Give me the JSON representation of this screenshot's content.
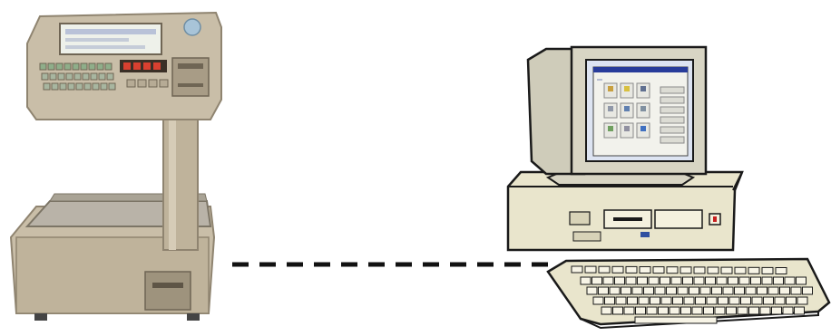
{
  "diagram": {
    "nodes": [
      {
        "id": "scale",
        "kind": "retail-scale-with-label-printer"
      },
      {
        "id": "computer",
        "kind": "desktop-computer"
      }
    ],
    "connection": {
      "from": "scale",
      "to": "computer",
      "style": "dashed"
    }
  },
  "colors": {
    "background": "#ffffff",
    "scale_body": "#c9bea8",
    "scale_dark": "#8f8470",
    "scale_platter": "#b9b3a8",
    "scale_display": "#eef1ea",
    "scale_red_led": "#d84030",
    "pc_case": "#e9e5cc",
    "pc_outline": "#1a1a1a",
    "monitor_bezel": "#d8d5c4",
    "screen_fill": "#dde4f2",
    "screen_window": "#f2f2ec",
    "screen_title": "#283c9a",
    "connector": "#111111"
  }
}
